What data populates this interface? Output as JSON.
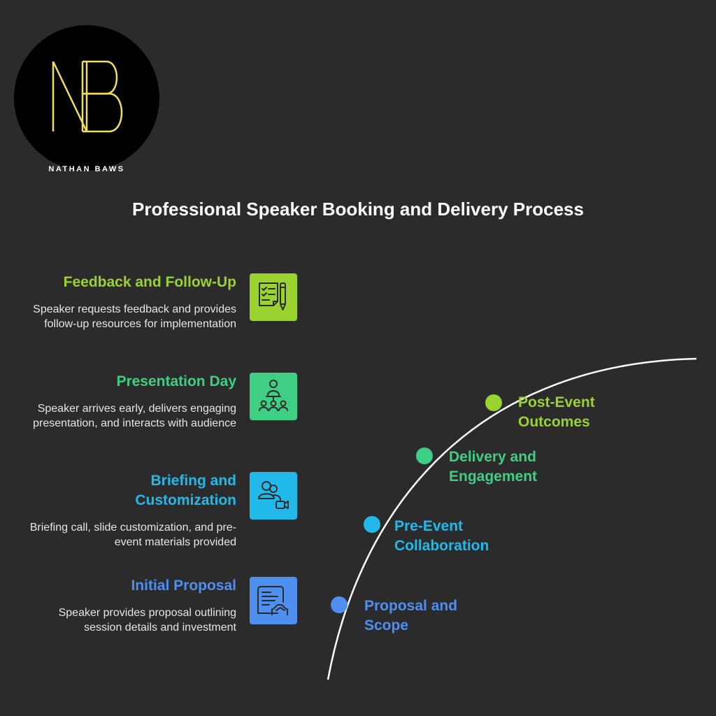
{
  "logo": {
    "monogram": "NB",
    "name": "NATHAN BAWS",
    "color": "#f2de5a"
  },
  "title": "Professional Speaker Booking and Delivery Process",
  "steps": [
    {
      "title": "Feedback and Follow-Up",
      "description": "Speaker requests feedback and provides follow-up resources for implementation",
      "icon": "checklist-pen-icon",
      "color": "#9ad32f"
    },
    {
      "title": "Presentation Day",
      "description": "Speaker arrives early, delivers engaging presentation, and interacts with audience",
      "icon": "presenter-audience-icon",
      "color": "#3ecf84"
    },
    {
      "title": "Briefing and Customization",
      "description": "Briefing call, slide customization, and pre-event materials provided",
      "icon": "video-call-icon",
      "color": "#21b9ea"
    },
    {
      "title": "Initial Proposal",
      "description": "Speaker provides proposal outlining session details and investment",
      "icon": "contract-handshake-icon",
      "color": "#4f8ff0"
    }
  ],
  "milestones": [
    {
      "label": "Post-Event Outcomes",
      "color": "#9ad32f"
    },
    {
      "label": "Delivery and Engagement",
      "color": "#3ecf84"
    },
    {
      "label": "Pre-Event Collaboration",
      "color": "#21b9ea"
    },
    {
      "label": "Proposal and Scope",
      "color": "#4f8ff0"
    }
  ]
}
